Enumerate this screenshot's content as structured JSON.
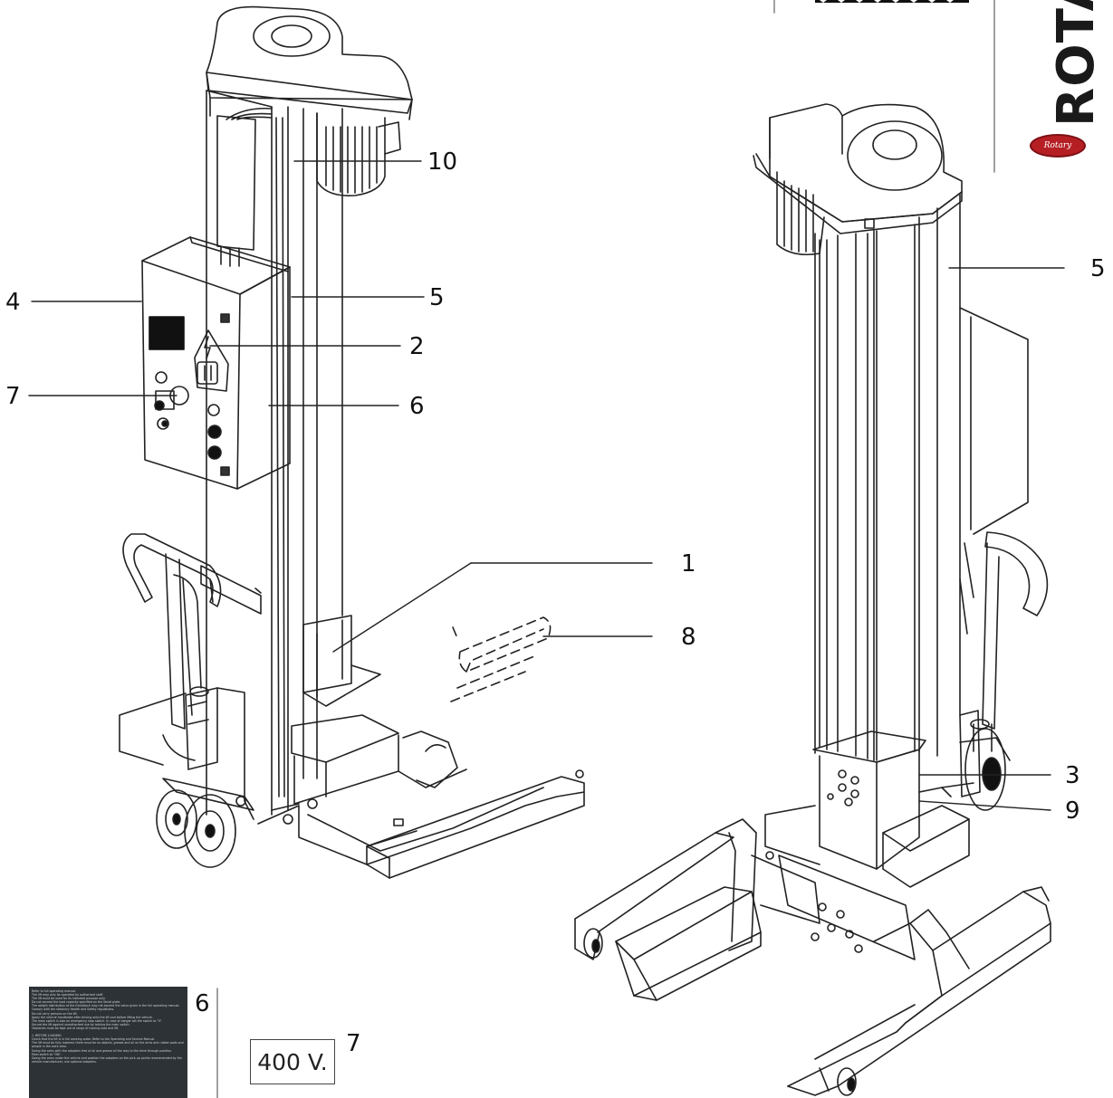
{
  "callouts": {
    "c10": "10",
    "c5a": "5",
    "c4": "4",
    "c2": "2",
    "c7a": "7",
    "c6a": "6",
    "c1": "1",
    "c8": "8",
    "c5b": "5",
    "c3": "3",
    "c9": "9",
    "c6b": "6",
    "c7b": "7"
  },
  "voltage_sign": "400 V.",
  "brand": {
    "wordmark": "ROTA",
    "badge": "Rotary"
  },
  "label_panel_text": "Refer to full operating manual.\nThe lift may only be operated by authorised staff.\nThe lift must be used for its intended purpose only.\nDo not exceed the load capacity specified on the Serial plate.\nThe weight distribution at the front/back may not exceed the value given in the full operating manual.\nComply with the statutory Health and Safety regulations.\nDo not carry persons on the lift.\nApply the vehicle handbrake after driving onto the lift and before lifting the vehicle.\nThe main switch is also an emergency stop switch. In case of danger set the switch to \"0\".\nSecure the lift against unauthorised use by locking the main switch.\nObstacles must be kept out of range of moving load and lift.\n\n1. BEFORE LOADING:\nCheck that the lift is in full working order. Refer to the Operating and Service Manual.\nThe lift must be fully lowered, there must be no objects, grease and oil on the arms and rubber pads and people in the work area.\nSwing the arms with the adapters free of oil and grease all the way to the drive through position.\nMain switch to \"ON\".\nSwing the arms under the vehicle and position the adapters on the pick-up points recommended by the vehicle manufacturer, use optional adapters."
}
